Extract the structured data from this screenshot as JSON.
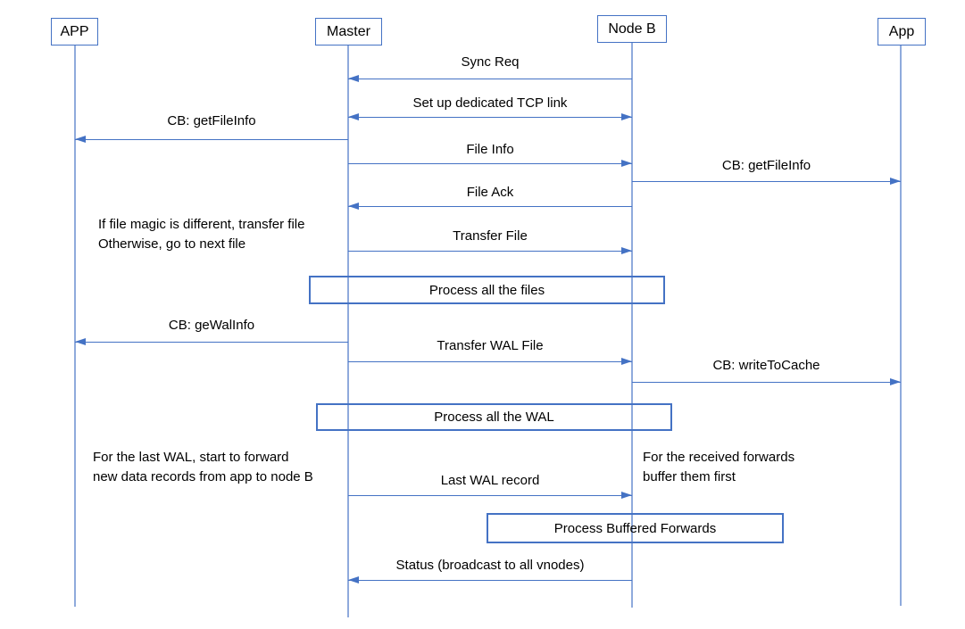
{
  "diagram": {
    "type": "sequence-diagram",
    "colors": {
      "accent": "#4472C4",
      "lifeline": "#8FAADC",
      "text": "#000000",
      "background": "#FFFFFF"
    },
    "actors": [
      {
        "id": "app-left",
        "label": "APP"
      },
      {
        "id": "master",
        "label": "Master"
      },
      {
        "id": "node-b",
        "label": "Node B"
      },
      {
        "id": "app-right",
        "label": "App"
      }
    ],
    "messages": [
      {
        "label": "Sync Req",
        "from": "Node B",
        "to": "Master",
        "direction": "left"
      },
      {
        "label": "Set up dedicated TCP link",
        "from": "Master",
        "to": "Node B",
        "direction": "both"
      },
      {
        "label": "CB: getFileInfo",
        "from": "Master",
        "to": "APP",
        "direction": "left"
      },
      {
        "label": "File Info",
        "from": "Master",
        "to": "Node B",
        "direction": "right"
      },
      {
        "label": "CB: getFileInfo",
        "from": "Node B",
        "to": "App",
        "direction": "right"
      },
      {
        "label": "File Ack",
        "from": "Node B",
        "to": "Master",
        "direction": "left"
      },
      {
        "label": "Transfer File",
        "from": "Master",
        "to": "Node B",
        "direction": "right"
      },
      {
        "label": "CB: geWalInfo",
        "from": "Master",
        "to": "APP",
        "direction": "left"
      },
      {
        "label": "Transfer WAL File",
        "from": "Master",
        "to": "Node B",
        "direction": "right"
      },
      {
        "label": "CB: writeToCache",
        "from": "Node B",
        "to": "App",
        "direction": "right"
      },
      {
        "label": "Last WAL record",
        "from": "Master",
        "to": "Node B",
        "direction": "right"
      },
      {
        "label": "Status (broadcast to all vnodes)",
        "from": "Node B",
        "to": "Master",
        "direction": "left"
      }
    ],
    "process_boxes": [
      {
        "label": "Process all the files"
      },
      {
        "label": "Process all the WAL"
      },
      {
        "label": "Process Buffered Forwards"
      }
    ],
    "annotations": [
      {
        "line1": "If file magic is different, transfer file",
        "line2": "Otherwise, go to next file"
      },
      {
        "line1": "For the last WAL, start to forward",
        "line2": "new data records from app to node B"
      },
      {
        "line1": "For the received forwards",
        "line2": "buffer them first"
      }
    ]
  }
}
